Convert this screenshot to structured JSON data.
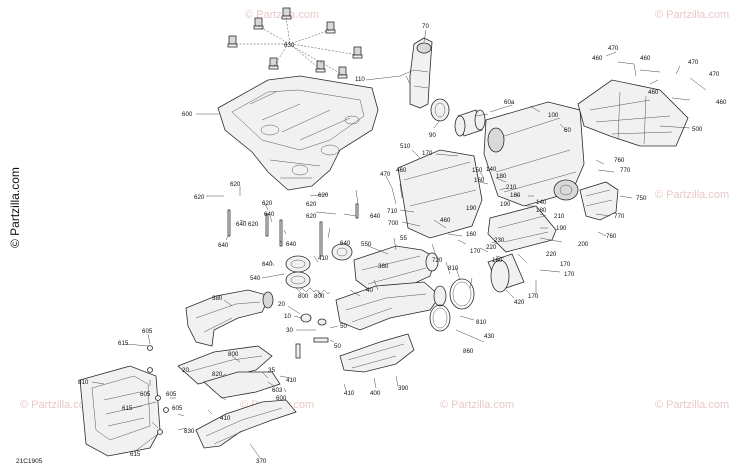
{
  "watermark": {
    "side_text": "© Partzilla.com",
    "faint_text": "© Partzilla.com"
  },
  "diagram_code": "21C1905",
  "callouts": {
    "c630": "630",
    "c70": "70",
    "c110": "110",
    "c90": "90",
    "c600": "600",
    "c60a": "60a",
    "c100": "100",
    "c60": "60",
    "c460a": "460",
    "c470a": "470",
    "c460b": "460",
    "c470b": "470",
    "c460c": "460",
    "c460d": "460",
    "c500": "500",
    "c510": "510",
    "c170a": "170",
    "c150": "150",
    "c140a": "140",
    "c160a": "160",
    "c180a": "180",
    "c210a": "210",
    "c180b": "180",
    "c190a": "190",
    "c140b": "140",
    "c180c": "180",
    "c210b": "210",
    "c190b": "190",
    "c760": "760",
    "c770a": "770",
    "c750": "750",
    "c770b": "770",
    "c760b": "760",
    "c200": "200",
    "c470c": "470",
    "c460e": "460",
    "c710": "710",
    "c700": "700",
    "c160b": "160",
    "c190c": "190",
    "c230": "230",
    "c220a": "220",
    "c170b": "170",
    "c160c": "160",
    "c220b": "220",
    "c170c": "170",
    "c170d": "170",
    "c420": "420",
    "c620a": "620",
    "c620b": "620",
    "c620c": "620",
    "c620d": "620",
    "c620e": "620",
    "c620f": "620",
    "c640a": "640",
    "c640b": "640",
    "c640c": "640",
    "c640d": "640",
    "c640e": "640",
    "c640f": "640",
    "c640g": "640",
    "c550": "550",
    "c55": "55",
    "c720": "720",
    "c810a": "810",
    "c380a": "380",
    "c410a": "410",
    "c540": "540",
    "c800a": "800",
    "c800b": "800",
    "c40": "40",
    "c380b": "380",
    "c20a": "20",
    "c10": "10",
    "c30a": "30",
    "c50a": "50",
    "c50b": "50",
    "c430": "430",
    "c810b": "810",
    "c860": "860",
    "c605a": "605",
    "c615a": "615",
    "c810c": "810",
    "c615b": "615",
    "c605b": "605",
    "c20b": "20",
    "c605c": "605",
    "c830": "830",
    "c615c": "615",
    "c605d": "605",
    "c800c": "800",
    "c820": "820",
    "c35": "35",
    "c410b": "410",
    "c603": "603",
    "c600b": "600",
    "c410c": "410",
    "c410d": "410",
    "c400": "400",
    "c390": "390",
    "c370": "370"
  }
}
